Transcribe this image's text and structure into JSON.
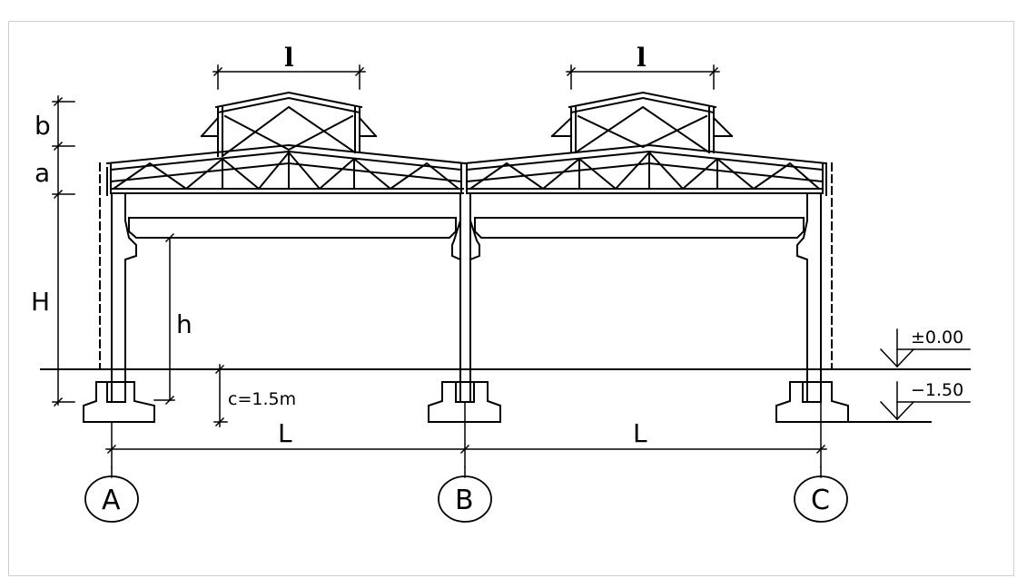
{
  "labels": {
    "span_small_left": "l",
    "span_small_right": "l",
    "dim_b": "b",
    "dim_a": "a",
    "dim_H": "H",
    "dim_h": "h",
    "dim_c": "c=1.5m",
    "span_L_left": "L",
    "span_L_right": "L"
  },
  "elevations": {
    "ground": "±0.00",
    "foundation": "−1.50"
  },
  "axes": [
    "A",
    "B",
    "C"
  ]
}
